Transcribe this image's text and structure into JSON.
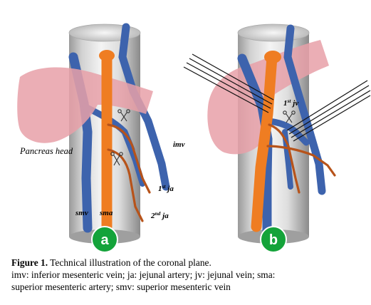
{
  "panels": {
    "a": {
      "badge": "a",
      "labels": {
        "pancreas_head": "Pancreas head",
        "imv": "imv",
        "ja1_num": "1",
        "ja1_sup": "st",
        "ja1_unit": " ja",
        "ja2_num": "2",
        "ja2_sup": "nd",
        "ja2_unit": " ja",
        "smv": "smv",
        "sma": "sma"
      }
    },
    "b": {
      "badge": "b",
      "labels": {
        "jv1_num": "1",
        "jv1_sup": "st",
        "jv1_unit": " jv"
      }
    }
  },
  "caption": {
    "figure_label": "Figure 1.",
    "title": " Technical illustration of the coronal plane.",
    "legend_line1": "imv: inferior mesenteric vein; ja: jejunal artery; jv: jejunal vein; sma:",
    "legend_line2": "superior mesenteric artery; smv: superior mesenteric vein"
  },
  "colors": {
    "aorta_light": "#ececec",
    "aorta_dark": "#8c8c8c",
    "vein": "#3d63ad",
    "sma": "#ef7d22",
    "jejunal_artery": "#b7531a",
    "pancreas": "#e8a0a8",
    "badge_green": "#14a33a"
  }
}
